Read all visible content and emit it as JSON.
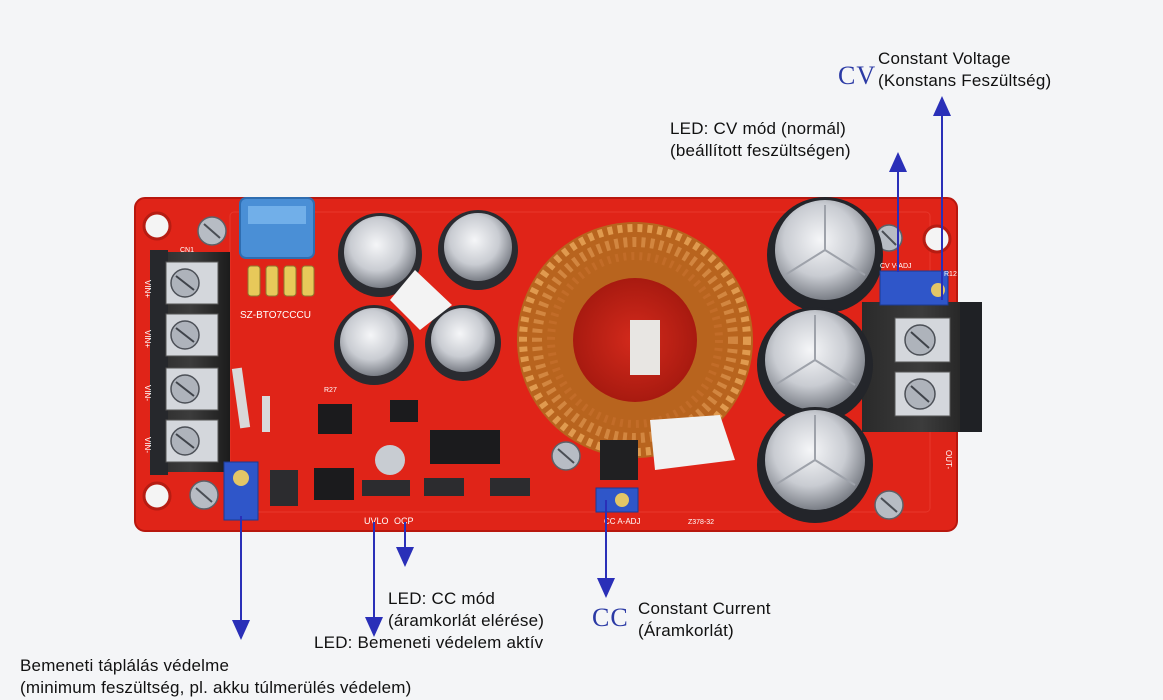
{
  "annotations": {
    "cv_badge": "CV",
    "cv_title": "Constant Voltage",
    "cv_sub": "(Konstans Feszültség)",
    "led_cv_1": "LED: CV mód (normál)",
    "led_cv_2": "(beállított feszültségen)",
    "led_cc_1": "LED: CC mód",
    "led_cc_2": "(áramkorlát elérése)",
    "led_uvlo": "LED: Bemeneti védelem aktív",
    "cc_badge": "CC",
    "cc_title": "Constant Current",
    "cc_sub": " (Áramkorlát)",
    "input_prot_1": "Bemeneti táplálás védelme",
    "input_prot_2": "(minimum feszültség, pl. akku túlmerülés védelem)"
  },
  "board_silkscreen": {
    "model": "SZ-BTO7CCCU",
    "in_plus_1": "VIN+",
    "in_plus_2": "VIN+",
    "in_minus_1": "VIN-",
    "in_minus_2": "VIN-",
    "out_minus": "OUT-",
    "uvlo": "UVLO",
    "ocp": "OCP",
    "cc_adj": "CC   A-ADJ",
    "cv_adj": "CV   V-ADJ",
    "cn1": "CN1",
    "r27": "R27",
    "r12": "R12",
    "ref": "Z378-32"
  },
  "colors": {
    "pcb": "#e02418",
    "arrow": "#2a2fb8",
    "badge": "#2b3aa5"
  }
}
